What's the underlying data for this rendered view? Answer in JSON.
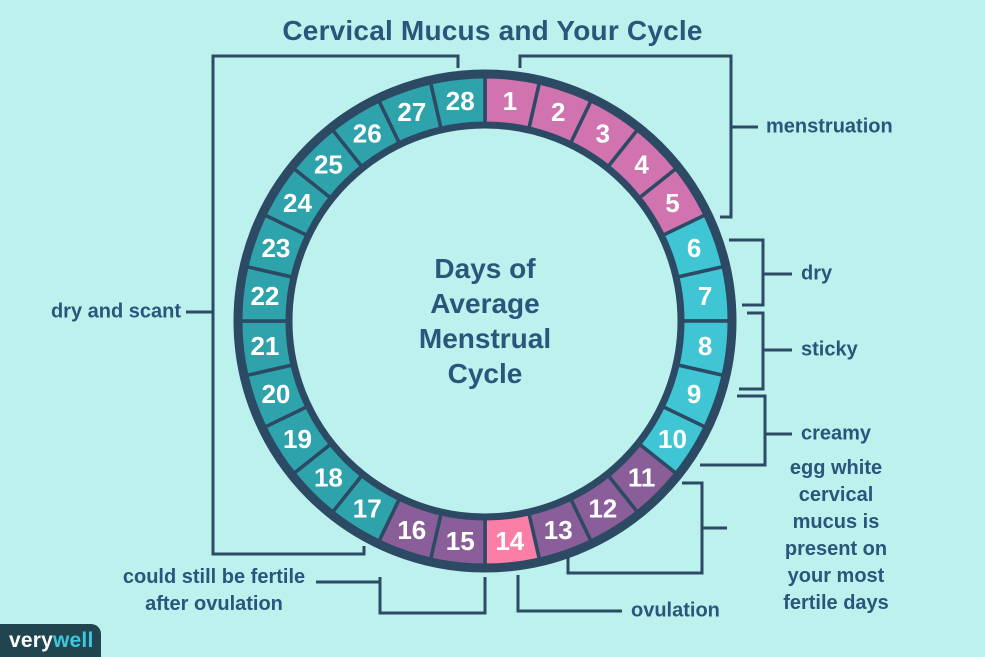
{
  "title": "Cervical Mucus and Your Cycle",
  "center_label": "Days of\nAverage\nMenstrual\nCycle",
  "labels": {
    "menstruation": "menstruation",
    "dry": "dry",
    "sticky": "sticky",
    "creamy": "creamy",
    "egg_white": "egg white cervical\nmucus is present on\nyour most fertile days",
    "ovulation": "ovulation",
    "fertile_after": "could still be fertile\nafter ovulation",
    "dry_scant": "dry and scant"
  },
  "logo": {
    "very": "very",
    "well": "well"
  },
  "colors": {
    "bg": "#bdf1ee",
    "navy": "#2c4a64",
    "text_blue": "#29567a",
    "teal": "#2fa3ac",
    "cyan": "#3fc5d4",
    "pink": "#d073af",
    "purple": "#8a5e99",
    "hot_pink": "#fa7ea6",
    "logo_bg": "#21454e",
    "logo_cyan": "#3fc7dd"
  },
  "chart_data": {
    "type": "cycle-ring",
    "title": "Cervical Mucus and Your Cycle",
    "center_label": "Days of Average Menstrual Cycle",
    "days_total": 28,
    "segments": [
      {
        "phase": "menstruation",
        "days": [
          1,
          2,
          3,
          4,
          5
        ],
        "color": "#d073af"
      },
      {
        "phase": "dry",
        "days": [
          6,
          7
        ],
        "color": "#3fc5d4"
      },
      {
        "phase": "sticky",
        "days": [
          8
        ],
        "color": "#3fc5d4"
      },
      {
        "phase": "creamy",
        "days": [
          9,
          10
        ],
        "color": "#3fc5d4"
      },
      {
        "phase": "egg white cervical mucus is present on your most fertile days",
        "days": [
          11,
          12,
          13
        ],
        "color": "#8a5e99"
      },
      {
        "phase": "ovulation",
        "days": [
          14
        ],
        "color": "#fa7ea6"
      },
      {
        "phase": "could still be fertile after ovulation",
        "days": [
          15,
          16
        ],
        "color": "#8a5e99"
      },
      {
        "phase": "dry and scant",
        "days": [
          17,
          18,
          19,
          20,
          21,
          22,
          23,
          24,
          25,
          26,
          27,
          28
        ],
        "color": "#2fa3ac"
      }
    ]
  }
}
